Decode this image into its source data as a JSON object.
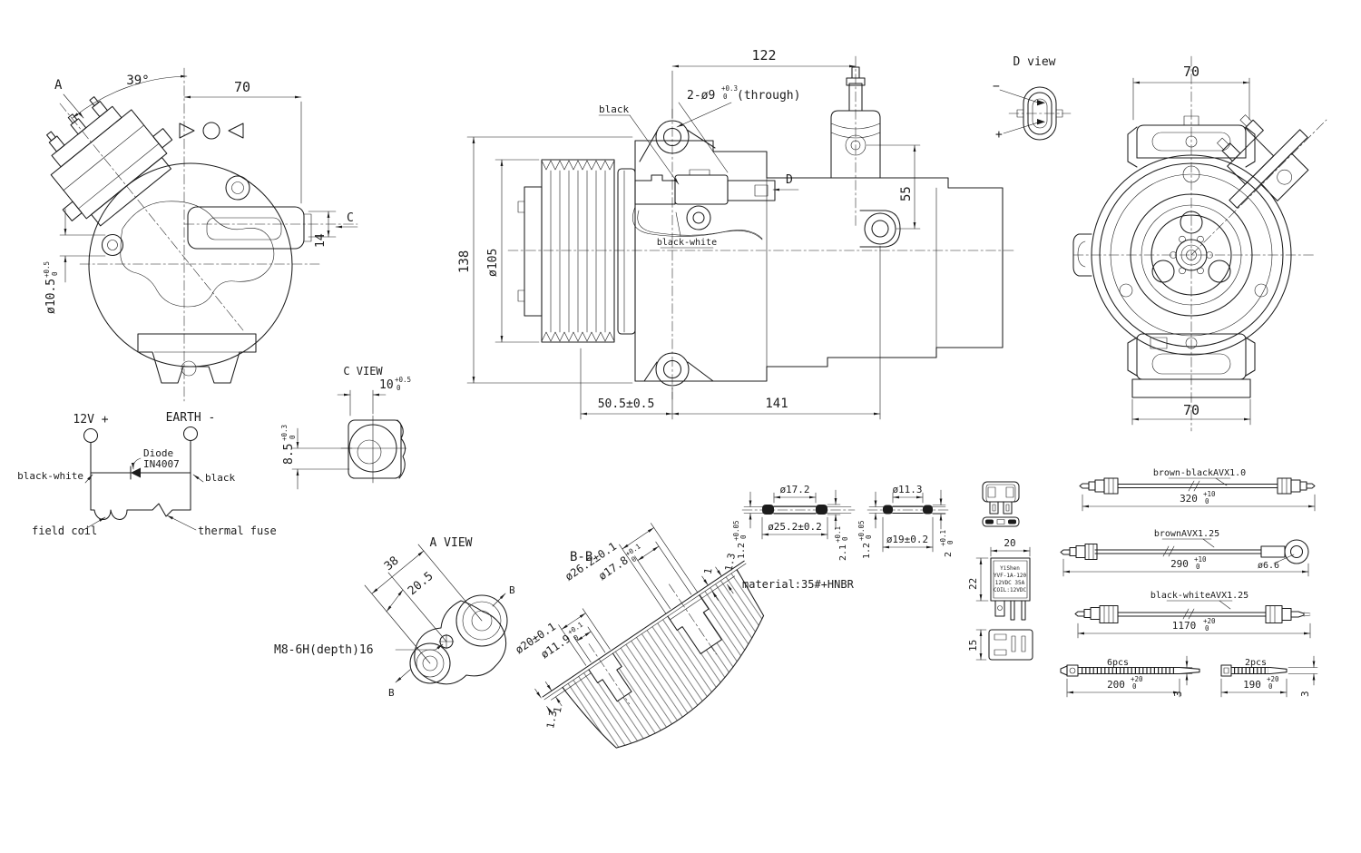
{
  "colors": {
    "ink": "#1c1c1c",
    "bg": "#ffffff"
  },
  "left_view": {
    "label_a": "A",
    "angle": "39°",
    "dim_70": "70",
    "dia_105_label": "ø10.5",
    "dia_105_tol_up": "+0.5",
    "dia_105_tol_dn": "0",
    "dim_14": "14",
    "label_c": "C"
  },
  "c_view": {
    "title": "C VIEW",
    "dim_10": "10",
    "dim_10_tol_up": "+0.5",
    "dim_10_tol_dn": "0",
    "dim_85": "8.5",
    "dim_85_tol_up": "+0.3",
    "dim_85_tol_dn": "0"
  },
  "wiring": {
    "pos": "12V +",
    "neg": "EARTH -",
    "wire_pos": "black-white",
    "diode_name": "Diode",
    "diode_pn": "IN4007",
    "wire_neg": "black",
    "coil": "field coil",
    "fuse": "thermal fuse"
  },
  "main_view": {
    "dim_122": "122",
    "holes_label": "2-ø9",
    "holes_tol_up": "+0.3",
    "holes_tol_dn": "0",
    "holes_note": "(through)",
    "wire_black": "black",
    "wire_black_white": "black-white",
    "label_d": "D",
    "dim_55": "55",
    "dim_138": "138",
    "dia_105": "ø105",
    "dim_50_5": "50.5±0.5",
    "dim_141": "141"
  },
  "d_view": {
    "title": "D view",
    "neg": "−",
    "pos": "+"
  },
  "front_view": {
    "dim_70_top": "70",
    "dim_70_bottom": "70"
  },
  "a_view": {
    "title": "A VIEW",
    "dim_38": "38",
    "dim_20_5": "20.5",
    "thread_note": "M8-6H(depth)16",
    "label_b_top": "B",
    "label_b_bottom": "B"
  },
  "bb_view": {
    "title": "B-B",
    "dia_26_2": "ø26.2±0.1",
    "dia_17_8": "ø17.8",
    "dia_17_8_tol_up": "+0.1",
    "dia_17_8_tol_dn": "0",
    "dia_20": "ø20±0.1",
    "dia_11_9": "ø11.9",
    "dia_11_9_tol_up": "+0.1",
    "dia_11_9_tol_dn": "0",
    "dim_1_right": "1",
    "dim_1_3_right": "1.3",
    "dim_1_left": "1",
    "dim_1_3_left": "1.3"
  },
  "gasket_large": {
    "dia_in": "ø17.2",
    "dia_out": "ø25.2±0.2",
    "thk": "1.2",
    "thk_tol_up": "+0.05",
    "thk_tol_dn": "0",
    "hgt": "2.1",
    "hgt_tol_up": "+0.1",
    "hgt_tol_dn": "0"
  },
  "gasket_small": {
    "dia_in": "ø11.3",
    "dia_out": "ø19±0.2",
    "thk": "1.2",
    "thk_tol_up": "+0.05",
    "thk_tol_dn": "0",
    "hgt": "2",
    "hgt_tol_up": "+0.1",
    "hgt_tol_dn": "0"
  },
  "material_note": "material:35#+HNBR",
  "relay": {
    "dim_20": "20",
    "dim_22": "22",
    "dim_15": "15",
    "line1": "YiShen",
    "line2": "YVF-1A-120",
    "line3": "12VDC 35A",
    "line4": "COIL:12VDC"
  },
  "wire1": {
    "label": "brown-blackAVX1.0",
    "len": "320",
    "tol_up": "+10",
    "tol_dn": "0"
  },
  "wire2": {
    "label": "brownAVX1.25",
    "len": "290",
    "tol_up": "+10",
    "tol_dn": "0",
    "ring_dia": "ø6.6"
  },
  "wire3": {
    "label": "black-whiteAVX1.25",
    "len": "1170",
    "tol_up": "+20",
    "tol_dn": "0"
  },
  "tie1": {
    "qty": "6pcs",
    "len": "200",
    "tol_up": "+20",
    "tol_dn": "0",
    "dim_3": "3"
  },
  "tie2": {
    "qty": "2pcs",
    "len": "190",
    "tol_up": "+20",
    "tol_dn": "0",
    "dim_3": "3"
  }
}
